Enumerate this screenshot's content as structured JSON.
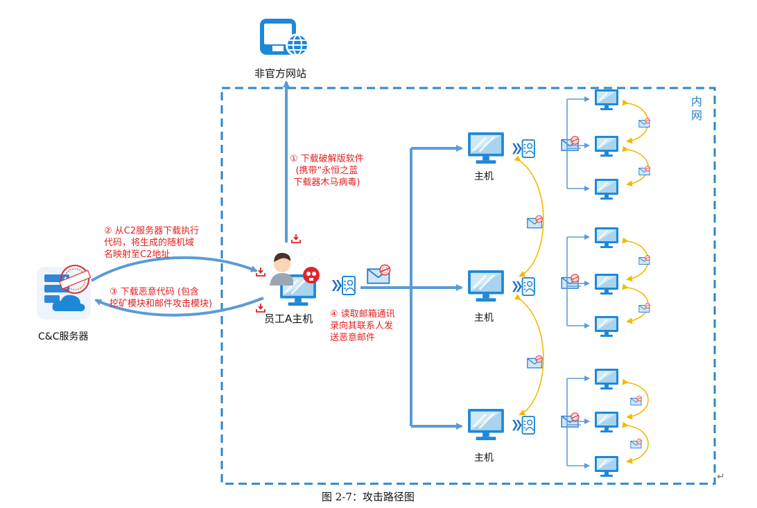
{
  "labels": {
    "website": "非官方网站",
    "cc_server": "C&C服务器",
    "employee_host": "员工A主机",
    "host": "主机",
    "intranet": [
      "内",
      "网"
    ],
    "seal_text": "恶意的"
  },
  "steps": {
    "step1": [
      "① 下载破解版软件",
      "(携带“永恒之蓝",
      "下载器木马病毒)"
    ],
    "step2": [
      "② 从C2服务器下载执行",
      "代码，将生成的随机域",
      "名映射至C2地址"
    ],
    "step3": [
      "③ 下载恶意代码 (包含",
      "挖矿模块和邮件攻击模块)"
    ],
    "step4": [
      "④ 读取邮箱通讯",
      "录向其联系人发",
      "送恶意邮件"
    ]
  },
  "caption": "图 2-7：攻击路径图",
  "return_mark": "↵",
  "colors": {
    "blue": "#5b9bd5",
    "dashed_border": "#2e86c8",
    "red_text": "#e02020",
    "orange_arrow": "#f5b800",
    "monitor_blue": "#1e88d8"
  },
  "icons": [
    "website-monitor-globe-icon",
    "cc-server-cloud-icon",
    "employee-avatar-icon",
    "skull-virus-icon",
    "monitor-icon",
    "contact-book-icon",
    "malicious-email-icon",
    "download-arrow-icon"
  ]
}
